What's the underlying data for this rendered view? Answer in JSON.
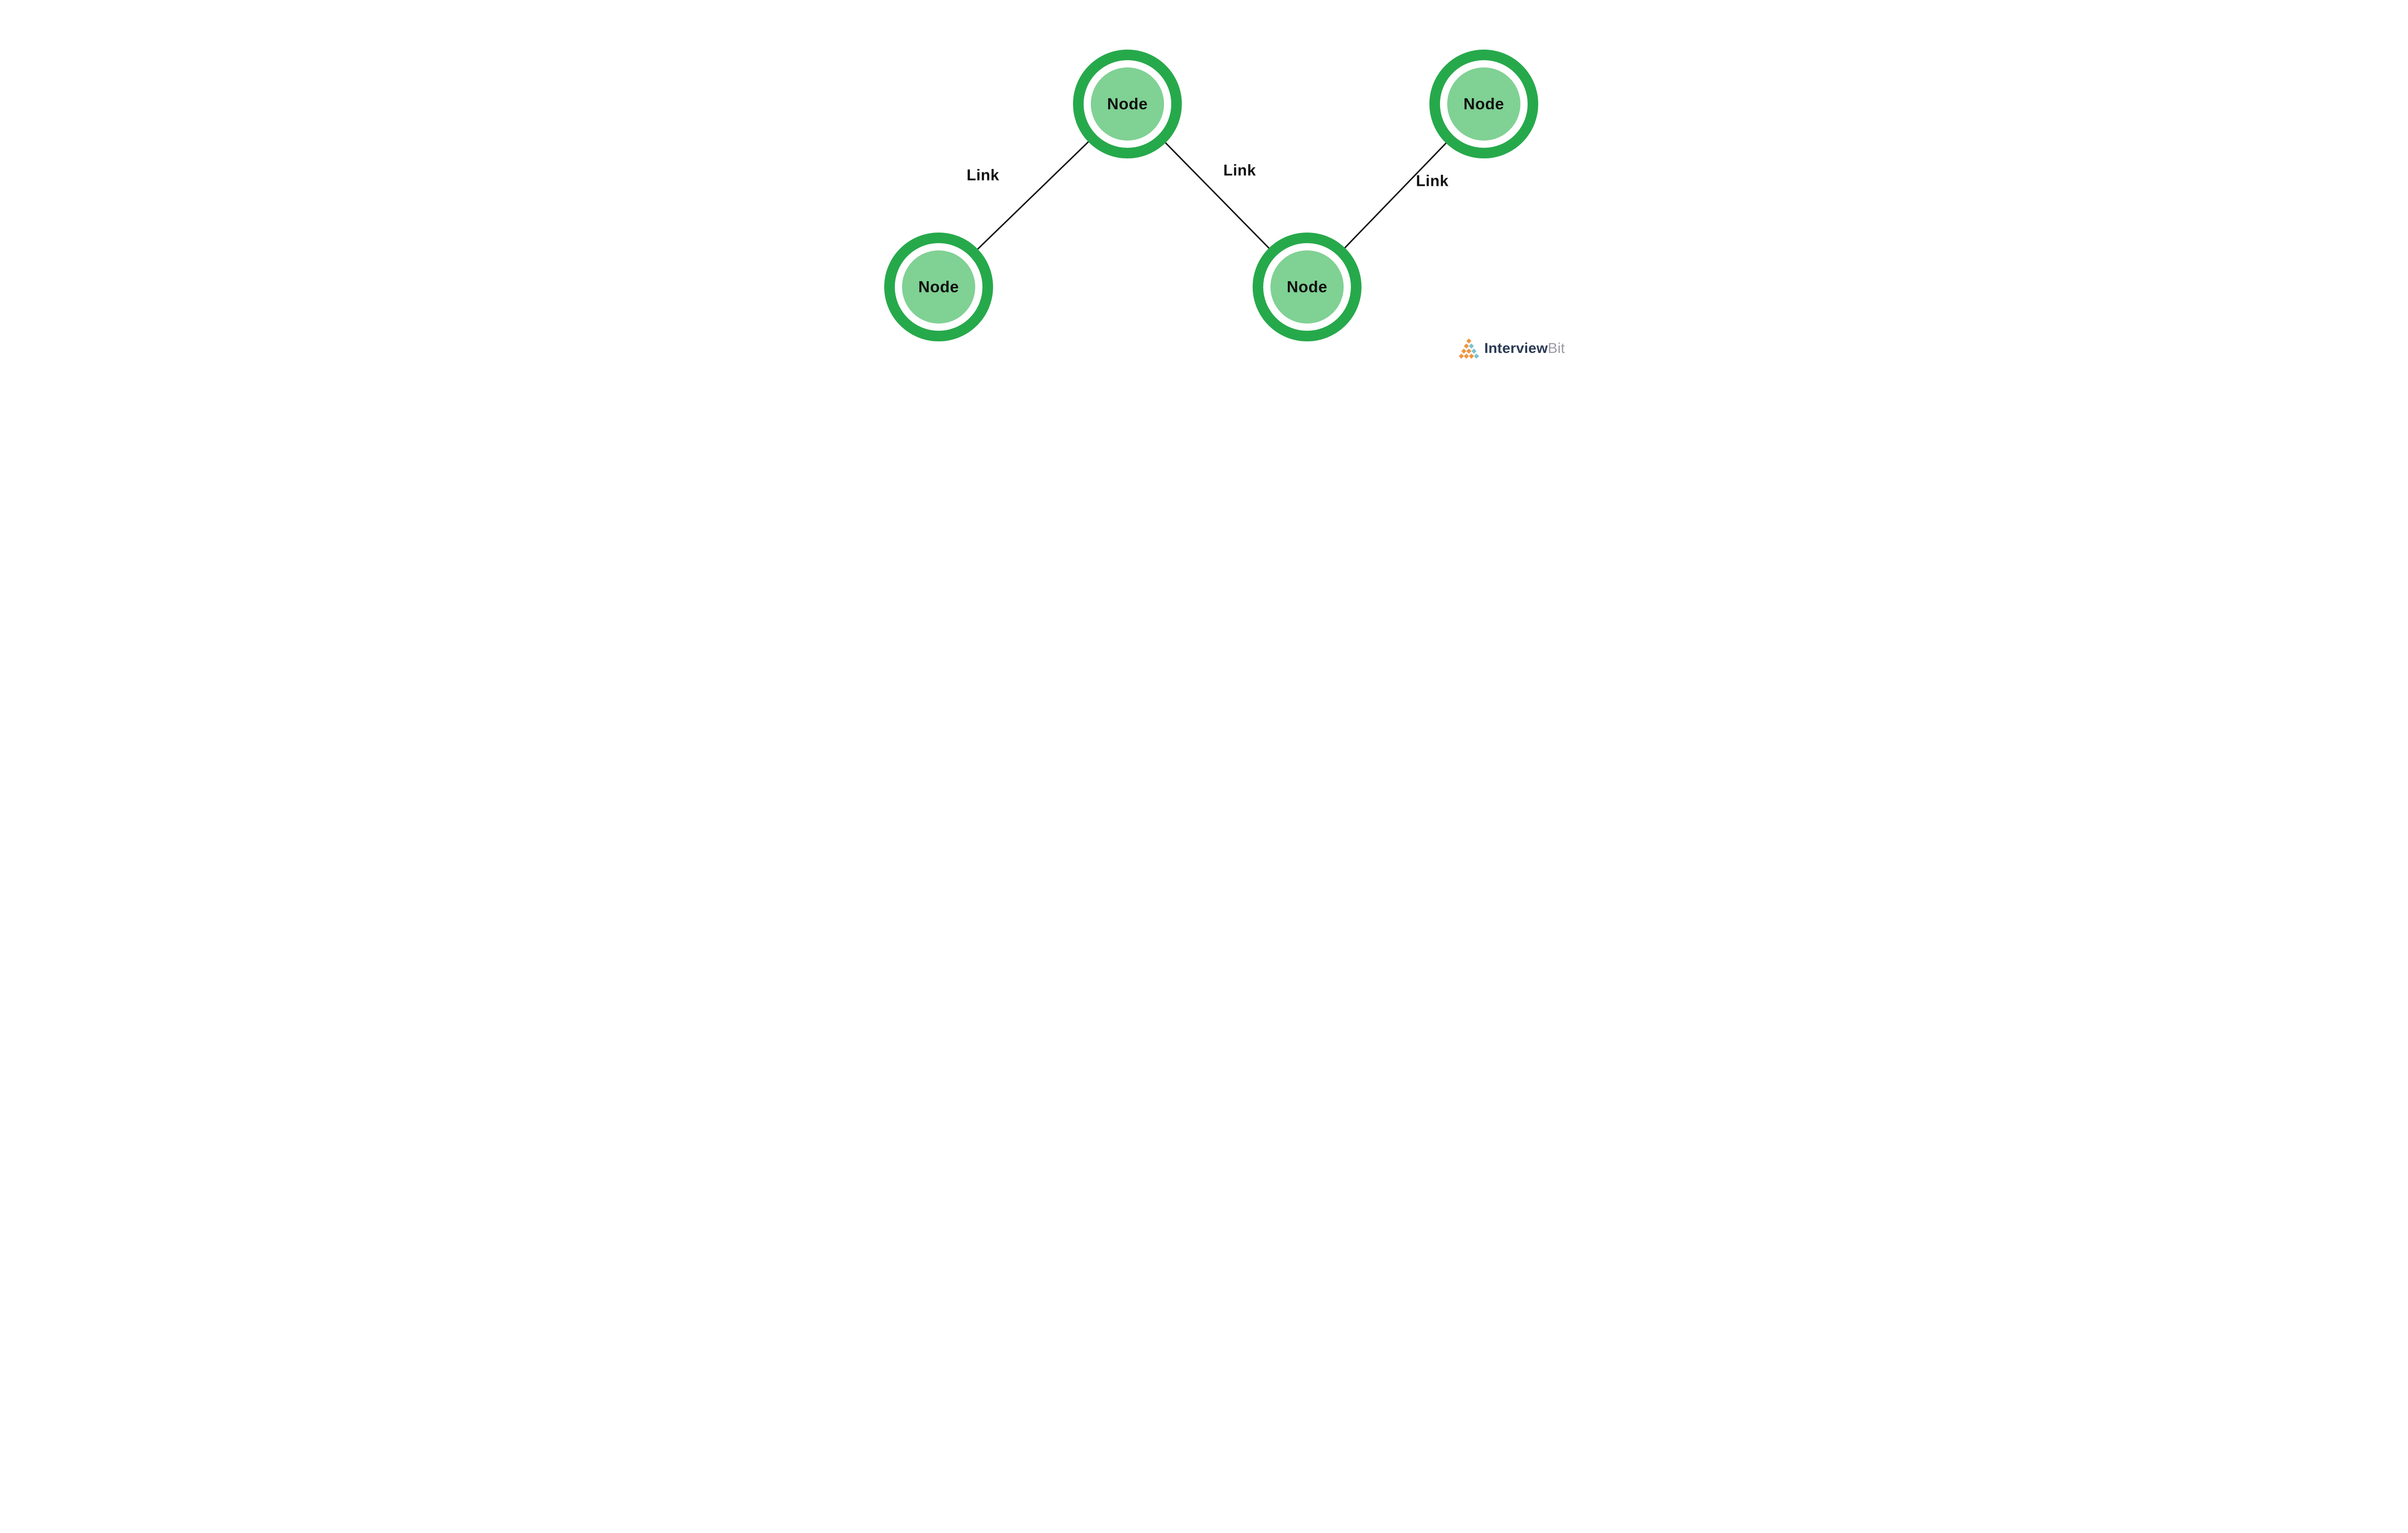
{
  "diagram": {
    "nodes": [
      {
        "label": "Node"
      },
      {
        "label": "Node"
      },
      {
        "label": "Node"
      },
      {
        "label": "Node"
      }
    ],
    "links": [
      {
        "label": "Link"
      },
      {
        "label": "Link"
      },
      {
        "label": "Link"
      }
    ]
  },
  "branding": {
    "primary": "Interview",
    "secondary": "Bit"
  },
  "colors": {
    "node_ring": "#26a94b",
    "node_fill": "#80d194",
    "link_line": "#111111",
    "label_text": "#111111",
    "brand_primary": "#2b3a55",
    "brand_secondary": "#9c9aa3",
    "logo_orange": "#f0953f",
    "logo_teal": "#79c2cf"
  }
}
